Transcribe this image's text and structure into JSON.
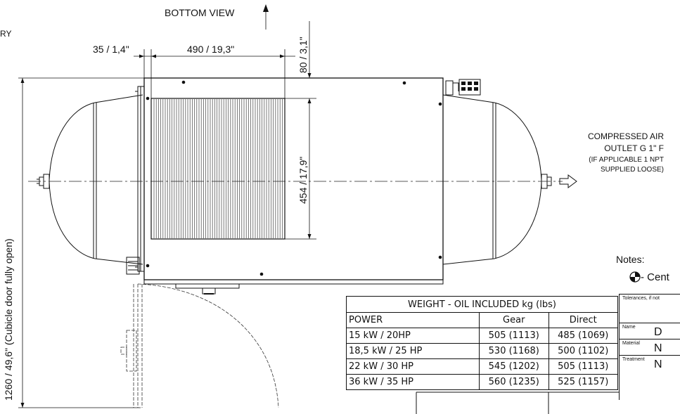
{
  "drawing": {
    "view_label": "BOTTOM VIEW",
    "clipped_left_text": "RY",
    "dimensions": {
      "offset": "35 / 1,4\"",
      "width": "490 / 19,3\"",
      "top_offset": "80 / 3,1\"",
      "height": "454 / 17,9\"",
      "overall": "1260 / 49,6\" (Cubicle door fully open)"
    },
    "outlet_note": {
      "line1": "COMPRESSED AIR",
      "line2": "OUTLET G 1\" F",
      "line3": "(IF APPLICABLE 1 NPT",
      "line4": "SUPPLIED LOOSE)"
    }
  },
  "weight_table": {
    "title": "WEIGHT - OIL INCLUDED kg (lbs)",
    "headers": [
      "POWER",
      "Gear",
      "Direct"
    ],
    "rows": [
      [
        "15 kW / 20HP",
        "505 (1113)",
        "485 (1069)"
      ],
      [
        "18,5 kW / 25 HP",
        "530 (1168)",
        "500 (1102)"
      ],
      [
        "22 kW / 30 HP",
        "545 (1202)",
        "505 (1113)"
      ],
      [
        "36 kW / 35 HP",
        "560 (1235)",
        "525 (1157)"
      ]
    ]
  },
  "notes": {
    "label": "Notes:",
    "centre_text": "- Cent"
  },
  "title_block": {
    "tolerances": "Tolerances, if not",
    "name_label": "Name",
    "name_value": "D",
    "material_label": "Material",
    "material_value": "N",
    "treatment_label": "Treatment",
    "treatment_value": "N"
  }
}
